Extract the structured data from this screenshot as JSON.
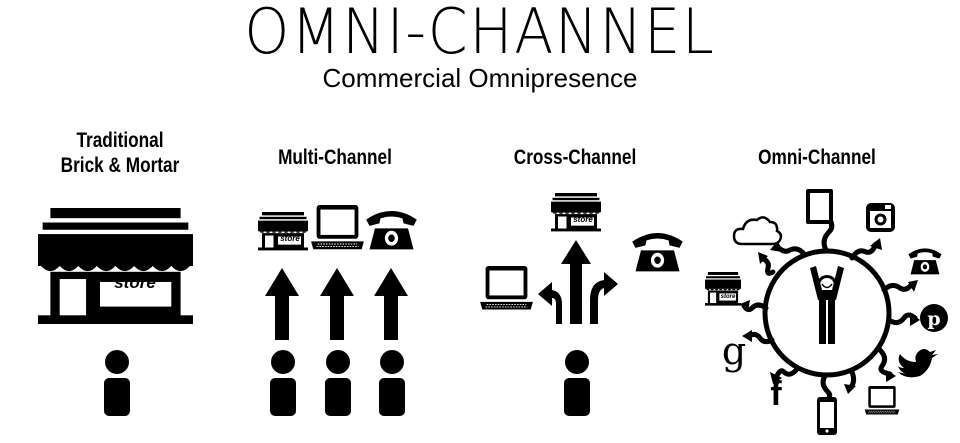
{
  "title": "OMNI-CHANNEL",
  "subtitle": "Commercial Omnipresence",
  "columns": [
    {
      "label_line1": "Traditional",
      "label_line2": "Brick & Mortar"
    },
    {
      "label": "Multi-Channel"
    },
    {
      "label": "Cross-Channel"
    },
    {
      "label": "Omni-Channel"
    }
  ],
  "store_sign": "store",
  "icons": {
    "google": "g",
    "facebook": "f"
  }
}
